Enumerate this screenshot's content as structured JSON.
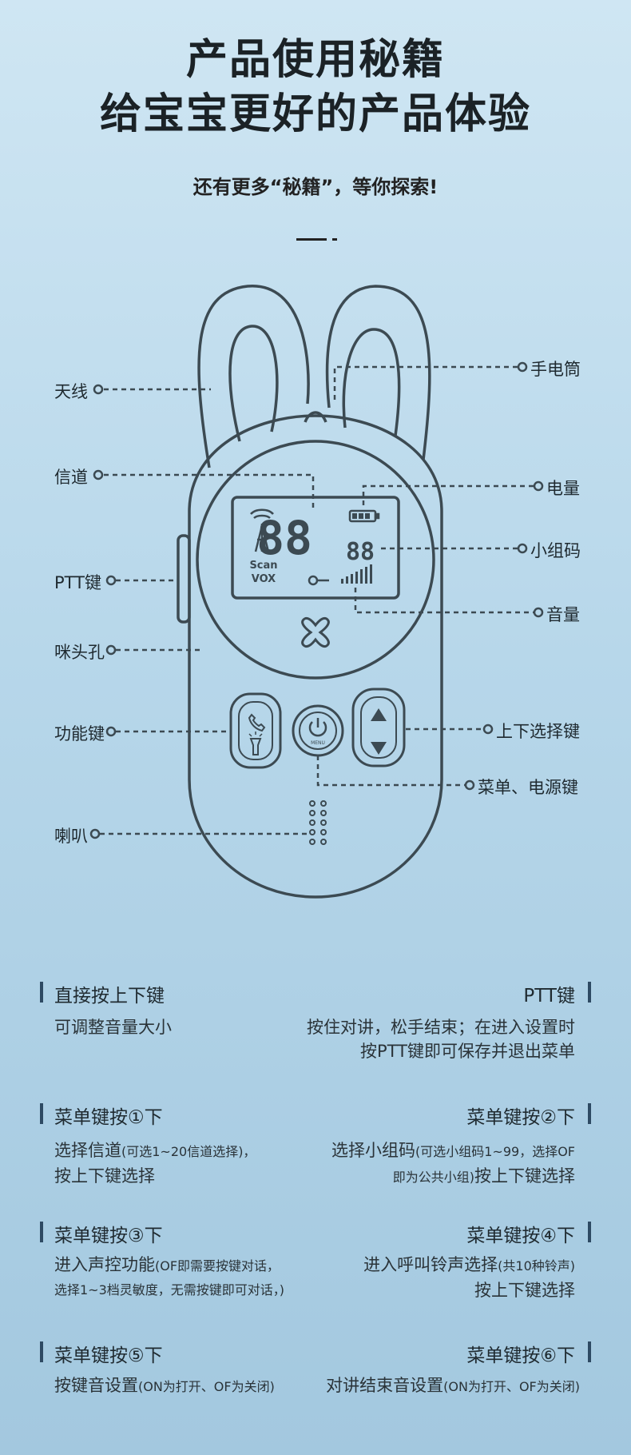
{
  "header": {
    "title_line1": "产品使用秘籍",
    "title_line2": "给宝宝更好的产品体验",
    "subtitle": "还有更多“秘籍”，等你探索!"
  },
  "device": {
    "lcd_channel": "88",
    "lcd_group": "88",
    "lcd_scan": "Scan",
    "lcd_vox": "VOX",
    "menu_label": "MENU"
  },
  "callouts": {
    "antenna": "天线",
    "channel": "信道",
    "ptt": "PTT键",
    "mic": "咪头孔",
    "function": "功能键",
    "speaker": "喇叭",
    "flashlight": "手电筒",
    "battery": "电量",
    "group_code": "小组码",
    "volume": "音量",
    "updown": "上下选择键",
    "menu_power": "菜单、电源键"
  },
  "instructions": [
    {
      "heading": "直接按上下键",
      "desc_line1": "可调整音量大小",
      "desc_line2": ""
    },
    {
      "heading": "PTT键",
      "desc_line1": "按住对讲，松手结束；在进入设置时",
      "desc_line2": "按PTT键即可保存并退出菜单"
    },
    {
      "heading": "菜单键按①下",
      "desc_line1_main": "选择信道",
      "desc_line1_small": "(可选1~20信道选择)，",
      "desc_line2": "按上下键选择"
    },
    {
      "heading": "菜单键按②下",
      "desc_line1_main": "选择小组码",
      "desc_line1_small": "(可选小组码1~99，选择OF",
      "desc_line2_small": "即为公共小组)",
      "desc_line2_main": "按上下键选择"
    },
    {
      "heading": "菜单键按③下",
      "desc_line1_main": "进入声控功能",
      "desc_line1_small": "(OF即需要按键对话，",
      "desc_line2_small": "选择1~3档灵敏度，无需按键即可对话，)"
    },
    {
      "heading": "菜单键按④下",
      "desc_line1_main": "进入呼叫铃声选择",
      "desc_line1_small": "(共10种铃声)",
      "desc_line2": "按上下键选择"
    },
    {
      "heading": "菜单键按⑤下",
      "desc_line1_main": "按键音设置",
      "desc_line1_small": "(ON为打开、OF为关闭)"
    },
    {
      "heading": "菜单键按⑥下",
      "desc_line1_main": "对讲结束音设置",
      "desc_line1_small": "(ON为打开、OF为关闭)"
    }
  ],
  "colors": {
    "line": "#3c4a52",
    "accent_bar": "#2e4a63"
  }
}
